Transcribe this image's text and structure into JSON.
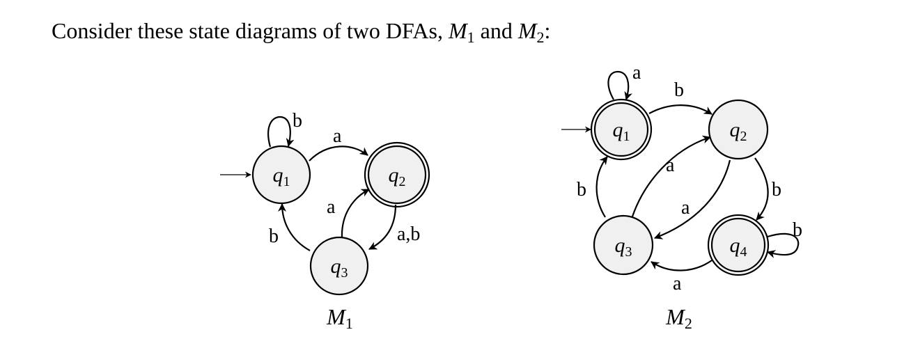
{
  "intro": {
    "prefix": "Consider these state diagrams of two DFAs, ",
    "m1_letter": "M",
    "m1_sub": "1",
    "conj": " and ",
    "m2_letter": "M",
    "m2_sub": "2",
    "suffix": ":"
  },
  "m1": {
    "name": "M",
    "name_sub": "1",
    "states": {
      "q1": {
        "name": "q",
        "sub": "1"
      },
      "q2": {
        "name": "q",
        "sub": "2"
      },
      "q3": {
        "name": "q",
        "sub": "3"
      }
    },
    "edges": {
      "q1_self": "b",
      "q1_q2": "a",
      "q2_q3": "a,b",
      "q3_q2": "a",
      "q3_q1": "b"
    }
  },
  "m2": {
    "name": "M",
    "name_sub": "2",
    "states": {
      "q1": {
        "name": "q",
        "sub": "1"
      },
      "q2": {
        "name": "q",
        "sub": "2"
      },
      "q3": {
        "name": "q",
        "sub": "3"
      },
      "q4": {
        "name": "q",
        "sub": "4"
      }
    },
    "edges": {
      "q1_self": "a",
      "q1_q2": "b",
      "q3_q2": "a",
      "q2_q3": "a",
      "q2_q4": "b",
      "q3_q1": "b",
      "q4_self": "b",
      "q4_q3": "a"
    }
  }
}
